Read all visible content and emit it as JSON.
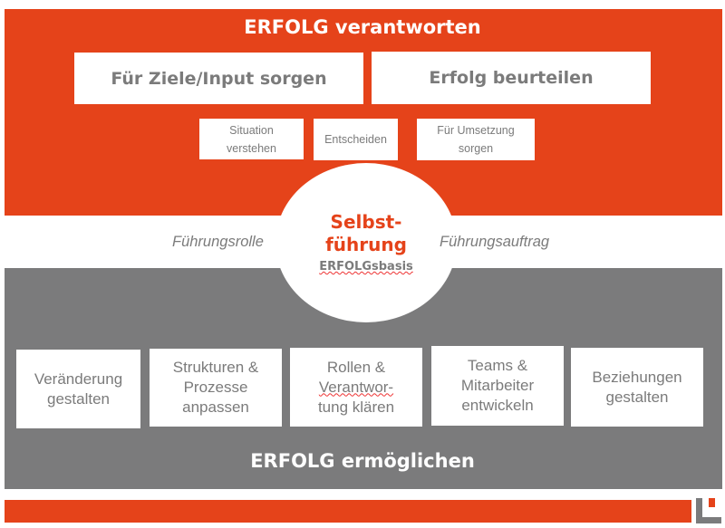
{
  "top": {
    "title": "ERFOLG verantworten",
    "main_boxes": [
      "Für Ziele/Input sorgen",
      "Erfolg beurteilen"
    ],
    "sub_boxes": [
      [
        "Situation",
        "verstehen"
      ],
      [
        "Entscheiden"
      ],
      [
        "Für Umsetzung",
        "sorgen"
      ]
    ]
  },
  "middle": {
    "left_label": "Führungsrolle",
    "right_label": "Führungsauftrag",
    "center_line1": "Selbst-",
    "center_line2": "führung",
    "center_sub": "ERFOLGsbasis"
  },
  "bottom": {
    "title": "ERFOLG ermöglichen",
    "boxes": [
      [
        "Veränderung",
        "gestalten"
      ],
      [
        "Strukturen &",
        "Prozesse",
        "anpassen"
      ],
      [
        "Rollen &",
        "Verantwor-",
        "tung klären"
      ],
      [
        "Teams &",
        "Mitarbeiter",
        "entwickeln"
      ],
      [
        "Beziehungen",
        "gestalten"
      ]
    ]
  },
  "colors": {
    "orange": "#E5431A",
    "gray": "#7b7b7c"
  }
}
